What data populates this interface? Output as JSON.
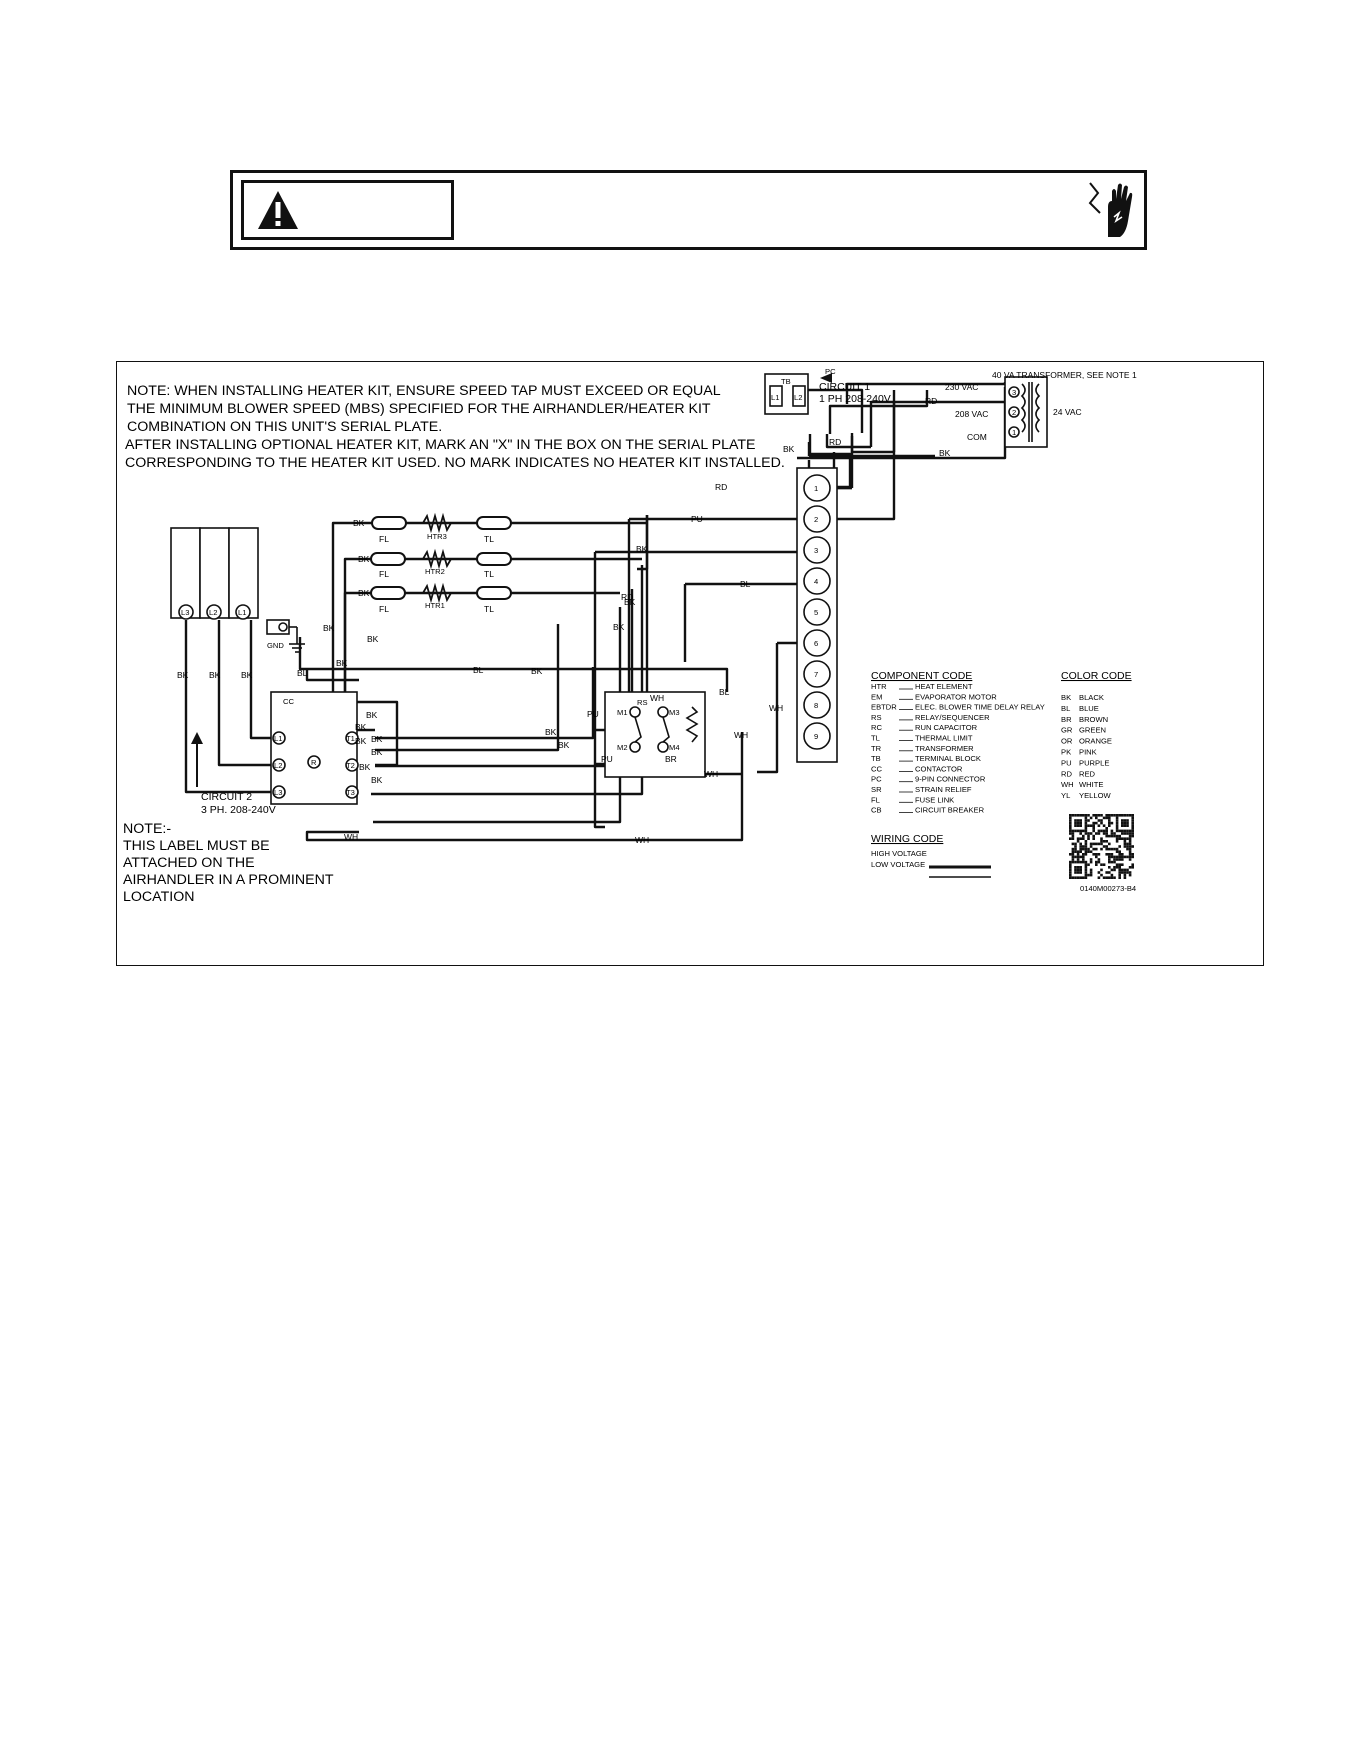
{
  "note_header": [
    "NOTE: WHEN INSTALLING HEATER KIT, ENSURE SPEED TAP MUST EXCEED OR EQUAL",
    "THE  MINIMUM BLOWER SPEED (MBS) SPECIFIED FOR THE AIRHANDLER/HEATER KIT",
    "COMBINATION ON THIS UNIT'S SERIAL PLATE.",
    " AFTER INSTALLING OPTIONAL HEATER KIT, MARK AN \"X\" IN THE BOX ON THE SERIAL PLATE",
    "CORRESPONDING TO THE HEATER KIT USED. NO MARK INDICATES NO HEATER KIT INSTALLED."
  ],
  "note_footer": [
    "NOTE:-",
    "THIS LABEL MUST BE",
    "ATTACHED ON THE",
    "AIRHANDLER IN A PROMINENT",
    "LOCATION"
  ],
  "circuit1": {
    "line1": "CIRCUIT 1",
    "line2": "1 PH 208-240V"
  },
  "circuit2": {
    "line1": "CIRCUIT 2",
    "line2": "3 PH. 208-240V"
  },
  "transformer": {
    "title": "40 VA TRANSFORMER, SEE NOTE 1",
    "v230": "230 VAC",
    "v208": "208 VAC",
    "com": "COM",
    "v24": "24 VAC",
    "taps": [
      "3",
      "2",
      "1"
    ]
  },
  "terminal_block": {
    "label": "TB",
    "l1": "L1",
    "l2": "L2"
  },
  "pc_connector": {
    "label": "PC",
    "pins": [
      "1",
      "2",
      "3",
      "4",
      "5",
      "6",
      "7",
      "8",
      "9"
    ]
  },
  "heaters": [
    {
      "fl": "FL",
      "htr": "HTR3",
      "tl": "TL"
    },
    {
      "fl": "FL",
      "htr": "HTR2",
      "tl": "TL"
    },
    {
      "fl": "FL",
      "htr": "HTR1",
      "tl": "TL"
    }
  ],
  "breaker": {
    "terminals": [
      "L3",
      "L2",
      "L1"
    ]
  },
  "contactor": {
    "label": "CC",
    "left": [
      "L1",
      "L2",
      "L3"
    ],
    "right": [
      "T1",
      "T2",
      "T3"
    ],
    "center": "R"
  },
  "ground": {
    "label": "GND"
  },
  "relay": {
    "label": "RS",
    "contacts": [
      "M1",
      "M2",
      "M3",
      "M4"
    ]
  },
  "wire_labels": {
    "bk": "BK",
    "bl": "BL",
    "wh": "WH",
    "rd": "RD",
    "pu": "PU",
    "br": "BR"
  },
  "component_code": {
    "title": "COMPONENT CODE",
    "items": [
      {
        "code": "HTR",
        "desc": "HEAT ELEMENT"
      },
      {
        "code": "EM",
        "desc": "EVAPORATOR MOTOR"
      },
      {
        "code": "EBTDR",
        "desc": "ELEC. BLOWER TIME DELAY RELAY"
      },
      {
        "code": "RS",
        "desc": "RELAY/SEQUENCER"
      },
      {
        "code": "RC",
        "desc": "RUN CAPACITOR"
      },
      {
        "code": "TL",
        "desc": "THERMAL LIMIT"
      },
      {
        "code": "TR",
        "desc": "TRANSFORMER"
      },
      {
        "code": "TB",
        "desc": "TERMINAL BLOCK"
      },
      {
        "code": "CC",
        "desc": "CONTACTOR"
      },
      {
        "code": "PC",
        "desc": "9-PIN CONNECTOR"
      },
      {
        "code": "SR",
        "desc": "STRAIN RELIEF"
      },
      {
        "code": "FL",
        "desc": "FUSE LINK"
      },
      {
        "code": "CB",
        "desc": "CIRCUIT BREAKER"
      }
    ]
  },
  "color_code": {
    "title": "COLOR CODE",
    "items": [
      {
        "code": "BK",
        "name": "BLACK"
      },
      {
        "code": "BL",
        "name": "BLUE"
      },
      {
        "code": "BR",
        "name": "BROWN"
      },
      {
        "code": "GR",
        "name": "GREEN"
      },
      {
        "code": "OR",
        "name": "ORANGE"
      },
      {
        "code": "PK",
        "name": "PINK"
      },
      {
        "code": "PU",
        "name": "PURPLE"
      },
      {
        "code": "RD",
        "name": "RED"
      },
      {
        "code": "WH",
        "name": "WHITE"
      },
      {
        "code": "YL",
        "name": "YELLOW"
      }
    ]
  },
  "wiring_code": {
    "title": "WIRING CODE",
    "high": "HIGH VOLTAGE",
    "low": "LOW VOLTAGE"
  },
  "part_number": "0140M00273-B4",
  "icons": {
    "warning": "warning-triangle-icon",
    "hazard": "electrical-shock-hand-icon",
    "qr": "qr-code-icon"
  }
}
